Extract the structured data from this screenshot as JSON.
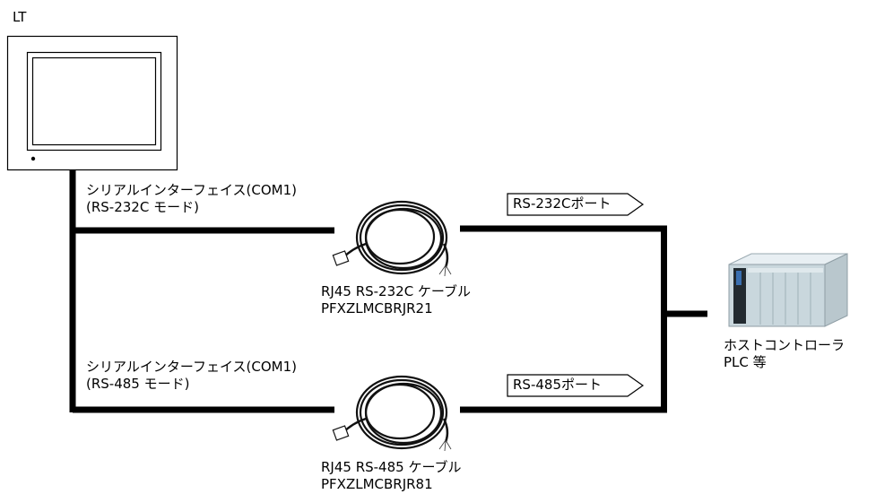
{
  "device": {
    "label": "LT"
  },
  "rs232": {
    "interface_line1": "シリアルインターフェイス(COM1)",
    "interface_line2": "(RS-232C モード)",
    "port_tag": "RS-232Cポート",
    "cable_line1": "RJ45 RS-232C ケーブル",
    "cable_line2": "PFXZLMCBRJR21"
  },
  "rs485": {
    "interface_line1": "シリアルインターフェイス(COM1)",
    "interface_line2": "(RS-485 モード)",
    "port_tag": "RS-485ポート",
    "cable_line1": "RJ45 RS-485 ケーブル",
    "cable_line2": "PFXZLMCBRJR81"
  },
  "host": {
    "line1": "ホストコントローラ",
    "line2": "PLC 等"
  }
}
